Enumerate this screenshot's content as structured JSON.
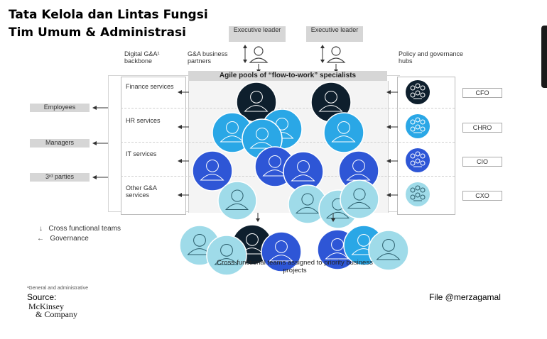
{
  "title": {
    "line1": "Tata Kelola dan Lintas Fungsi",
    "line2": "Tim Umum & Administrasi"
  },
  "executives": [
    {
      "label": "Executive leader"
    },
    {
      "label": "Executive leader"
    }
  ],
  "columns": {
    "left": "Digital G&A¹ backbone",
    "middle": "G&A business partners",
    "right": "Policy and governance hubs"
  },
  "pool_header": "Agile pools of “flow-to-work” specialists",
  "stakeholders": [
    "Employees",
    "Managers",
    "3ʳᵈ parties"
  ],
  "services": [
    "Finance services",
    "HR services",
    "IT services",
    "Other G&A services"
  ],
  "roles": [
    "CFO",
    "CHRO",
    "CIO",
    "CXO"
  ],
  "legend": [
    {
      "symbol": "↓",
      "text": "Cross functional teams"
    },
    {
      "symbol": "←",
      "text": "Governance"
    }
  ],
  "bottom_caption": "Cross-functional teams assigned to priority business projects",
  "footnote": "¹General and administrative",
  "source_label": "Source:",
  "source_brand_line1": "McKinsey",
  "source_brand_line2": "& Company",
  "credit": "File @merzagamal",
  "colors": {
    "finance": "#0e1f2d",
    "hr": "#2aa7e6",
    "it": "#2e56d6",
    "other": "#9fdbe9",
    "outline": "#ffffff"
  }
}
